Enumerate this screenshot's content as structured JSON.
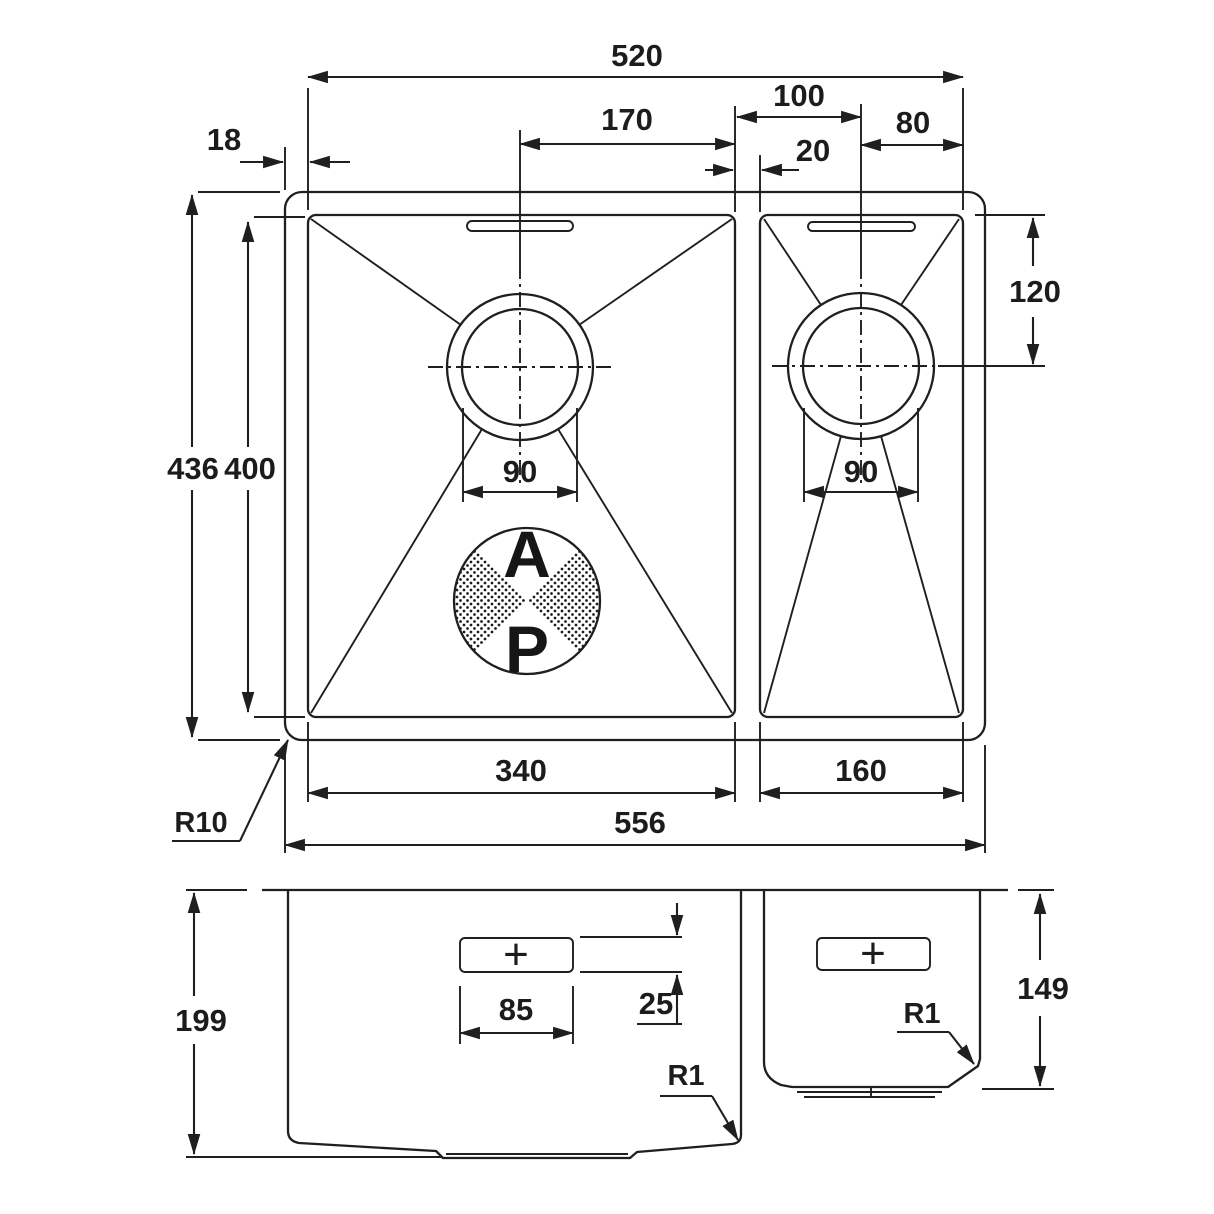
{
  "drawing": {
    "line_color": "#1f1f1f",
    "background": "#ffffff",
    "top_view": {
      "dims": {
        "inner_width": "520",
        "divider_to_small_drain": "100",
        "small_drain_to_edge": "80",
        "large_drain_to_divider": "170",
        "divider_width": "20",
        "rim_offset": "18",
        "small_drain_depth_offset": "120",
        "overall_depth": "436",
        "bowl_depth": "400",
        "large_drain_diameter": "90",
        "small_drain_diameter": "90",
        "large_bowl_width": "340",
        "small_bowl_width": "160",
        "overall_width": "556",
        "corner_radius": "R10"
      },
      "logo": {
        "letter_top": "A",
        "letter_bottom": "P"
      }
    },
    "section_view": {
      "dims": {
        "large_bowl_depth": "199",
        "overflow_width": "85",
        "overflow_drop": "25",
        "small_bowl_depth": "149",
        "large_bottom_radius": "R1",
        "small_bottom_radius": "R1"
      },
      "overflow_symbol_large": "+",
      "overflow_symbol_small": "+"
    }
  }
}
